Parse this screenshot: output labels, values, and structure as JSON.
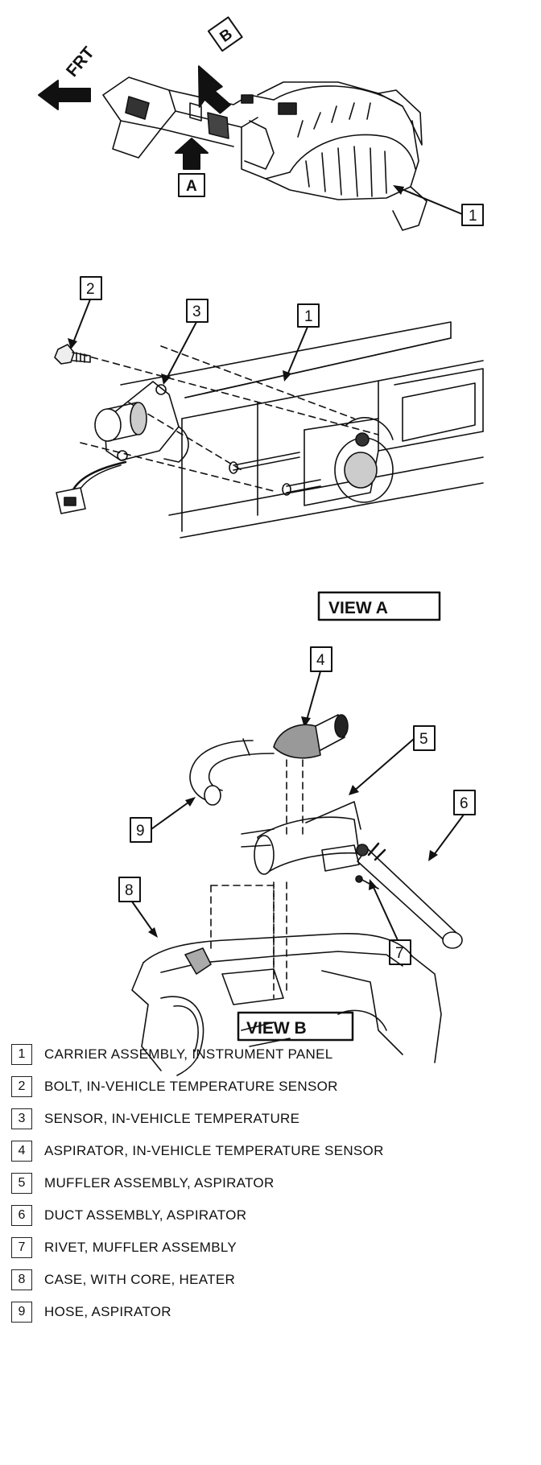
{
  "top": {
    "frt": "FRT",
    "arrow_a": "A",
    "arrow_b": "B",
    "callout_1": "1"
  },
  "view_a": {
    "title": "VIEW A",
    "callouts": [
      "2",
      "3",
      "1"
    ]
  },
  "view_b": {
    "title": "VIEW B",
    "callouts": [
      "4",
      "5",
      "6",
      "9",
      "8",
      "7"
    ]
  },
  "legend": [
    {
      "num": "1",
      "text": "CARRIER ASSEMBLY, INSTRUMENT PANEL"
    },
    {
      "num": "2",
      "text": "BOLT, IN-VEHICLE TEMPERATURE SENSOR"
    },
    {
      "num": "3",
      "text": "SENSOR, IN-VEHICLE TEMPERATURE"
    },
    {
      "num": "4",
      "text": "ASPIRATOR, IN-VEHICLE TEMPERATURE SENSOR"
    },
    {
      "num": "5",
      "text": "MUFFLER ASSEMBLY, ASPIRATOR"
    },
    {
      "num": "6",
      "text": "DUCT ASSEMBLY, ASPIRATOR"
    },
    {
      "num": "7",
      "text": "RIVET, MUFFLER ASSEMBLY"
    },
    {
      "num": "8",
      "text": "CASE, WITH CORE, HEATER"
    },
    {
      "num": "9",
      "text": "HOSE, ASPIRATOR"
    }
  ]
}
